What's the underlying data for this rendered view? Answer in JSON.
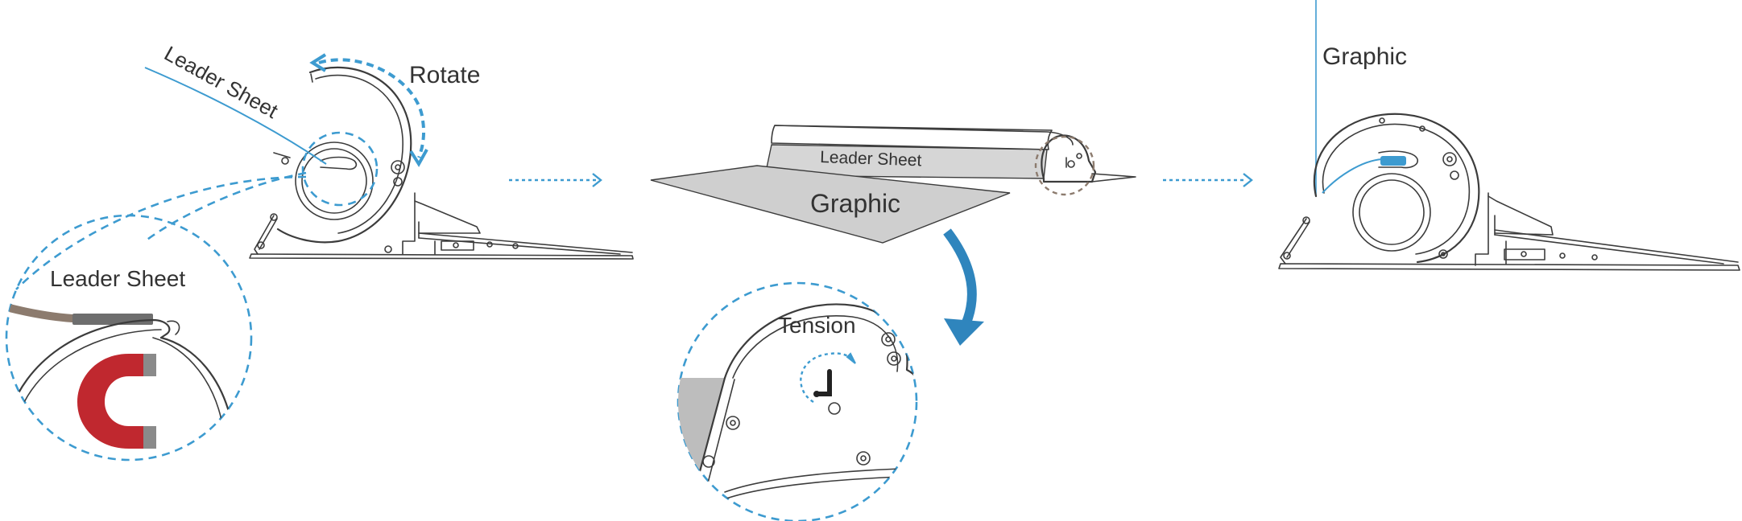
{
  "colors": {
    "accent_blue": "#3d9bd0",
    "line_dark": "#3c3c3c",
    "leader_sheet_fill": "#d6d6d6",
    "graphic_fill": "#cfcfcf",
    "magnet_red": "#c0282f",
    "magnet_tip": "#8a8a8a",
    "leader_brown": "#8c7b6e"
  },
  "step1": {
    "leader_sheet_label": "Leader Sheet",
    "rotate_label": "Rotate",
    "inset_leader_sheet_label": "Leader Sheet",
    "magnet_icon": "horseshoe-magnet-icon"
  },
  "step2": {
    "leader_sheet_label": "Leader Sheet",
    "graphic_label": "Graphic",
    "tension_label": "Tension"
  },
  "step3": {
    "graphic_label": "Graphic"
  },
  "icons": {
    "flow_arrow": "right-dotted-arrow-icon",
    "rotate_arrow": "curved-dashed-arrow-icon",
    "zoom_arrow": "curved-down-arrow-icon",
    "tension_arrow": "curved-dotted-arrow-icon"
  }
}
